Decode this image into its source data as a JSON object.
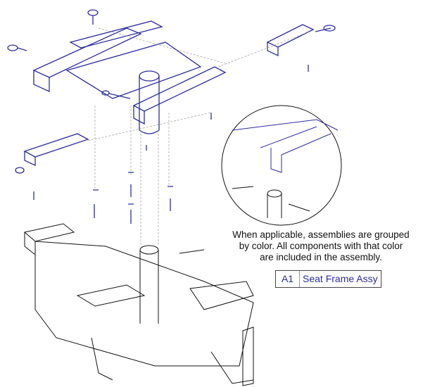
{
  "note": {
    "line1": "When applicable, assemblies are grouped",
    "line2": "by color. All components with that color",
    "line3": "are included in the assembly."
  },
  "legend": [
    {
      "code": "A1",
      "name": "Seat Frame Assy",
      "color": "#2b2ba0"
    }
  ],
  "colors": {
    "assembly": "#2b2ba0",
    "base": "#111111"
  }
}
